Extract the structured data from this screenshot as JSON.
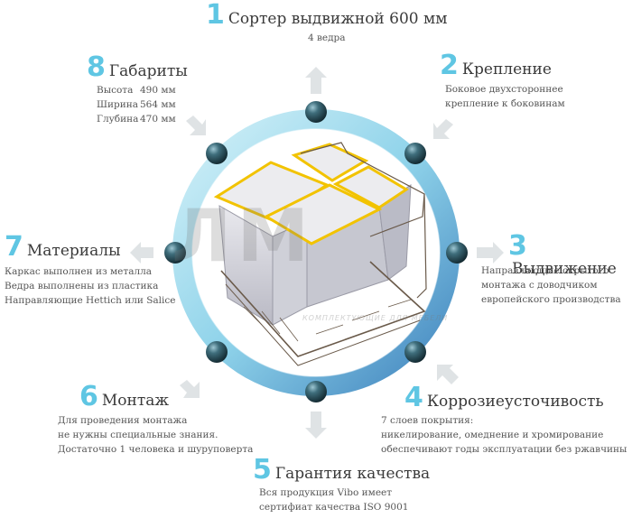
{
  "features": [
    {
      "num": "1",
      "title": "Сортер выдвижной 600 мм",
      "lines": [
        "4 ведра"
      ]
    },
    {
      "num": "2",
      "title": "Крепление",
      "lines": [
        "Боковое двухстороннее",
        "крепление к боковинам"
      ]
    },
    {
      "num": "3",
      "title": "Выдвижение",
      "lines": [
        "Направляющие   скрытого",
        "монтажа с доводчиком",
        "европейского производства"
      ]
    },
    {
      "num": "4",
      "title": "Коррозиеусточивость",
      "lines": [
        "7 слоев покрытия:",
        "никелирование, омеднение и хромирование",
        "обеспечивают годы эксплуатации без ржавчины"
      ]
    },
    {
      "num": "5",
      "title": "Гарантия качества",
      "lines": [
        "Вся продукция Vibo имеет",
        "сертифиат качества ISO 9001"
      ]
    },
    {
      "num": "6",
      "title": "Монтаж",
      "lines": [
        "Для проведения монтажа",
        "не нужны специальные знания.",
        "Достаточно 1 человека и шуруповерта"
      ]
    },
    {
      "num": "7",
      "title": "Материалы",
      "lines": [
        "Каркас выполнен из металла",
        "Ведра выполнены из пластика",
        "Направляющие Hettich или Salice"
      ]
    },
    {
      "num": "8",
      "title": "Габариты",
      "dims": [
        {
          "label": "Высота",
          "value": "490 мм"
        },
        {
          "label": "Ширина",
          "value": "564 мм"
        },
        {
          "label": "Глубина",
          "value": "470 мм"
        }
      ]
    }
  ],
  "watermark": {
    "logo": "ЛМ",
    "sub": "КОМПЛЕКТУЮЩИЕ ДЛЯ МЕБЕЛИ"
  },
  "colors": {
    "accent": "#5fc6e3",
    "ring_light": "#c9eef7",
    "ring_dark": "#3f8fc4",
    "bead": "#2c4f5c",
    "arrow": "#dfe3e5",
    "bin_lid": "#f2c300"
  }
}
